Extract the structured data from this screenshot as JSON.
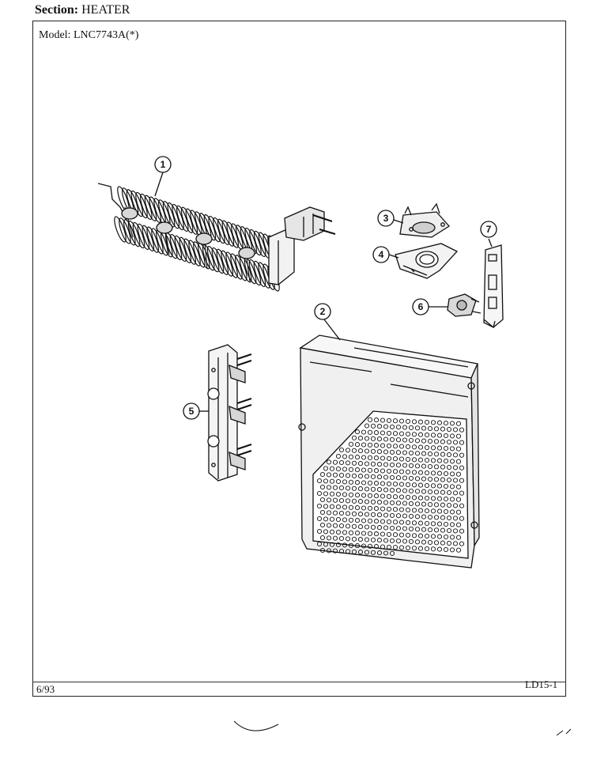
{
  "header": {
    "section_label": "Section:",
    "section_value": "HEATER",
    "model_label": "Model:",
    "model_value": "LNC7743A(*)"
  },
  "footer": {
    "date": "6/93",
    "page_code": "LD15-1"
  },
  "callouts": [
    "1",
    "2",
    "3",
    "4",
    "5",
    "6",
    "7"
  ],
  "colors": {
    "ink": "#111111",
    "paper": "#ffffff",
    "shade": "#cfcfcf"
  }
}
